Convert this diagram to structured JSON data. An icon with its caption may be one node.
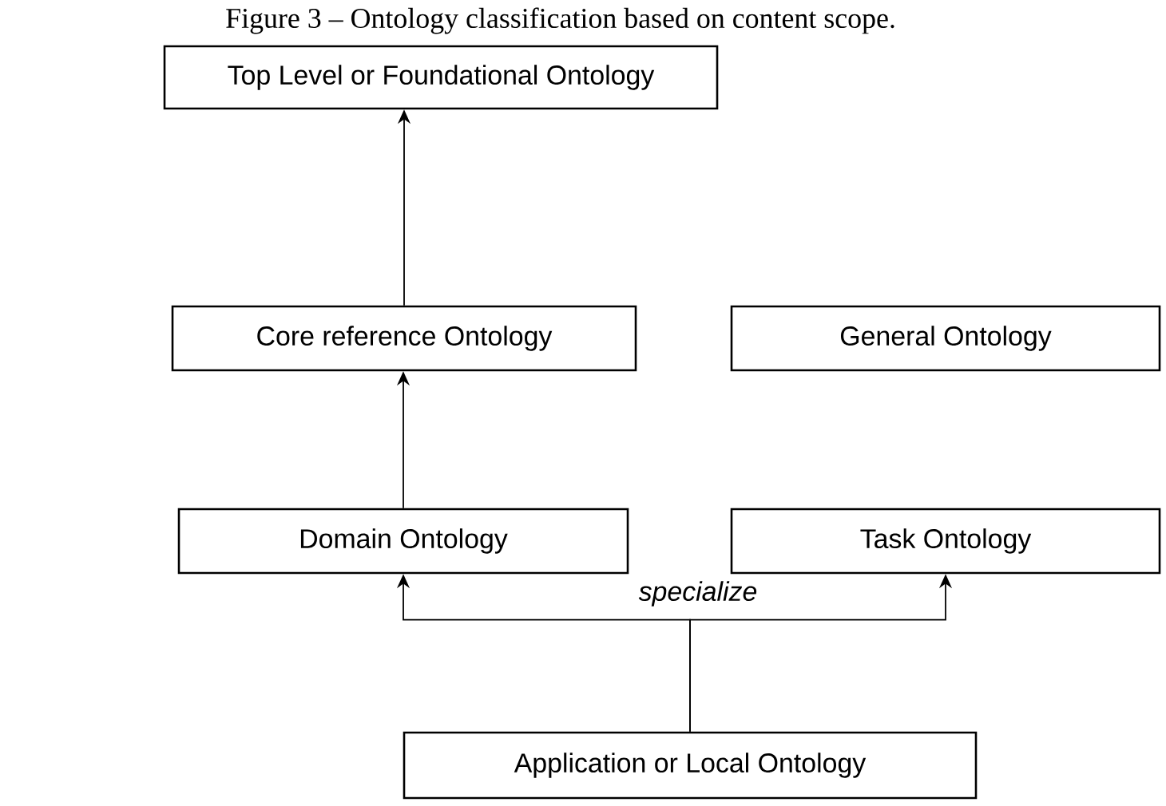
{
  "diagram": {
    "title": "Figure 3 – Ontology classification based on content scope.",
    "nodes": [
      {
        "text": [
          "Top Level  or Foundational Ontology"
        ]
      },
      {
        "text": [
          "Core reference Ontology"
        ]
      },
      {
        "text": [
          "General Ontology"
        ]
      },
      {
        "text": [
          "Domain Ontology"
        ]
      },
      {
        "text": [
          "Task Ontology"
        ]
      },
      {
        "text": [
          "Application or Local Ontology"
        ]
      }
    ],
    "edges": [
      {
        "from": 1,
        "to": 0,
        "arrow": "to"
      },
      {
        "from": 3,
        "to": 1,
        "arrow": "to"
      },
      {
        "from": 5,
        "to": 3,
        "arrow": "to",
        "label": "specialize"
      },
      {
        "from": 5,
        "to": 4,
        "arrow": "to"
      }
    ]
  }
}
